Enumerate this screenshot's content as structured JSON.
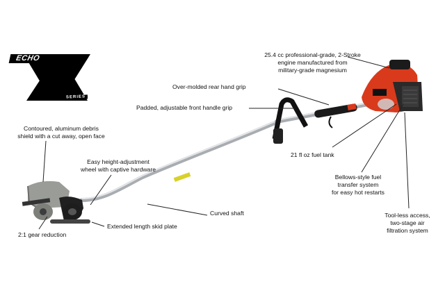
{
  "logo": {
    "brand": "ECHO",
    "series": "SERIES"
  },
  "labels": {
    "engine": [
      "25.4 cc professional-grade, 2-Stroke",
      "engine manufactured from",
      "military-grade magnesium"
    ],
    "rear_grip": [
      "Over-molded rear hand grip"
    ],
    "front_grip": [
      "Padded, adjustable front handle grip"
    ],
    "debris_shield": [
      "Contoured, aluminum debris",
      "shield with a cut away, open face"
    ],
    "height_wheel": [
      "Easy height-adjustment",
      "wheel with captive hardware"
    ],
    "fuel_tank": [
      "21 fl oz fuel tank"
    ],
    "bellows": [
      "Bellows-style fuel",
      "transfer system",
      "for easy hot restarts"
    ],
    "curved_shaft": [
      "Curved shaft"
    ],
    "skid_plate": [
      "Extended length skid plate"
    ],
    "gear_reduction": [
      "2:1 gear reduction"
    ],
    "air_filter": [
      "Tool-less access,",
      "two-stage air",
      "filtration system"
    ]
  },
  "colors": {
    "engine_red": "#d93a1c",
    "black": "#111111",
    "shaft": "#b8bcc0",
    "shield": "#9a9c98"
  }
}
